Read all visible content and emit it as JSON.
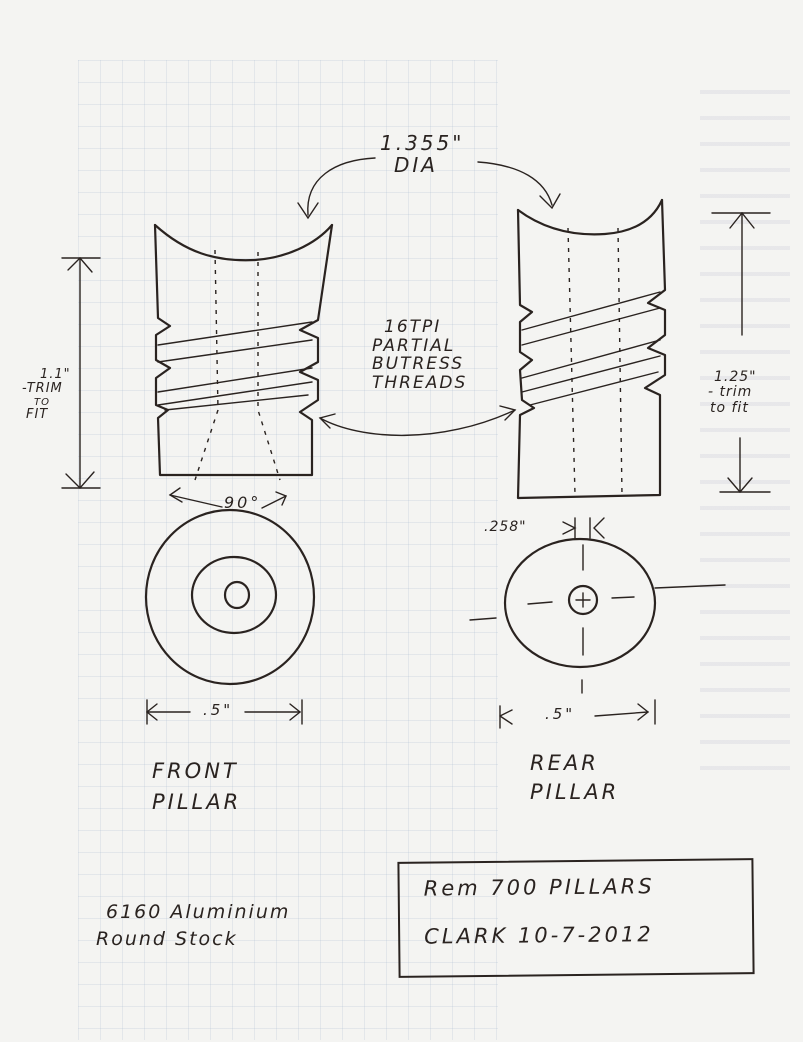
{
  "diameter_label": {
    "line1": "1.355\"",
    "line2": "DIA"
  },
  "threads_label": [
    "16TPI",
    "PARTIAL",
    "BUTRESS",
    "THREADS"
  ],
  "front": {
    "height_label": [
      "1.1\"",
      "-TRIM",
      "TO",
      "FIT"
    ],
    "angle_label": "90°",
    "width_label": ".5\"",
    "name": [
      "FRONT",
      "PILLAR"
    ]
  },
  "rear": {
    "height_label": [
      "1.25\"",
      "- trim",
      "to fit"
    ],
    "hole_label": ".258\"",
    "width_label": ".5\"",
    "name": [
      "REAR",
      "PILLAR"
    ]
  },
  "material": [
    "6160 Aluminium",
    "Round Stock"
  ],
  "title_block": {
    "line1": "Rem 700 PILLARS",
    "line2": "CLARK  10-7-2012"
  },
  "ink_color": "#2a2320"
}
